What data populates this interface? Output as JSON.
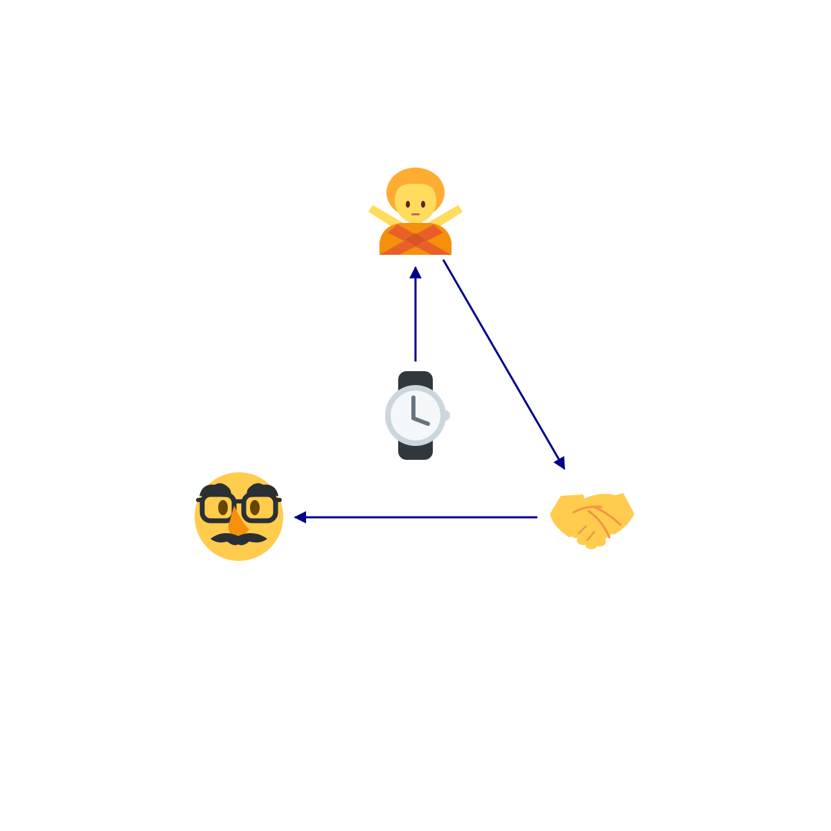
{
  "diagram": {
    "edge_color": "#00008b",
    "nodes": [
      {
        "id": "person-gesturing-no",
        "icon": "person-gesturing-no-icon"
      },
      {
        "id": "handshake",
        "icon": "handshake-icon"
      },
      {
        "id": "disguised-face",
        "icon": "disguised-face-icon"
      },
      {
        "id": "watch",
        "icon": "watch-icon"
      }
    ],
    "edges": [
      {
        "from": "watch",
        "to": "person-gesturing-no"
      },
      {
        "from": "person-gesturing-no",
        "to": "handshake"
      },
      {
        "from": "handshake",
        "to": "disguised-face"
      }
    ],
    "colors": {
      "skin": "#ffdc5d",
      "hair": "#ffac33",
      "shirt": "#f4900c",
      "sleeve": "#e95f28",
      "face_yellow": "#ffcc4d",
      "dark": "#292f33",
      "eye_brown": "#664500",
      "nose": "#f4900c",
      "watch_band": "#31373d",
      "watch_case": "#ccd6dd",
      "watch_face": "#f5f8fa",
      "watch_hand": "#66757f",
      "hand_shadow": "#ef9645"
    }
  }
}
